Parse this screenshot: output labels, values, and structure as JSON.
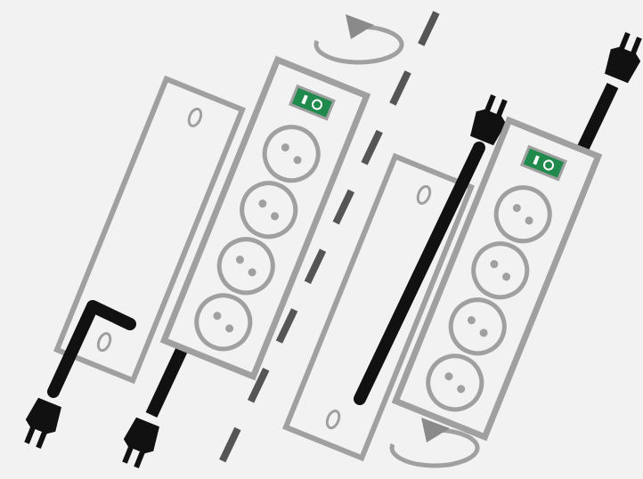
{
  "colors": {
    "background": "#f2f2f2",
    "outline_gray": "#a0a0a0",
    "divider_gray": "#555555",
    "cable_black": "#111111",
    "switch_green": "#1f8a4c",
    "arrow_gray": "#8a8a8a"
  },
  "icons": {
    "rotate_arrow": "rotate-arrow-icon",
    "plug": "plug-icon",
    "socket": "socket-icon",
    "switch": "power-switch-icon"
  },
  "panels": [
    {
      "name": "left",
      "mounting_plate_holes": 2,
      "power_strip_sockets": 4,
      "power_switch": true
    },
    {
      "name": "right",
      "mounting_plate_holes": 2,
      "power_strip_sockets": 4,
      "power_switch": true
    }
  ]
}
